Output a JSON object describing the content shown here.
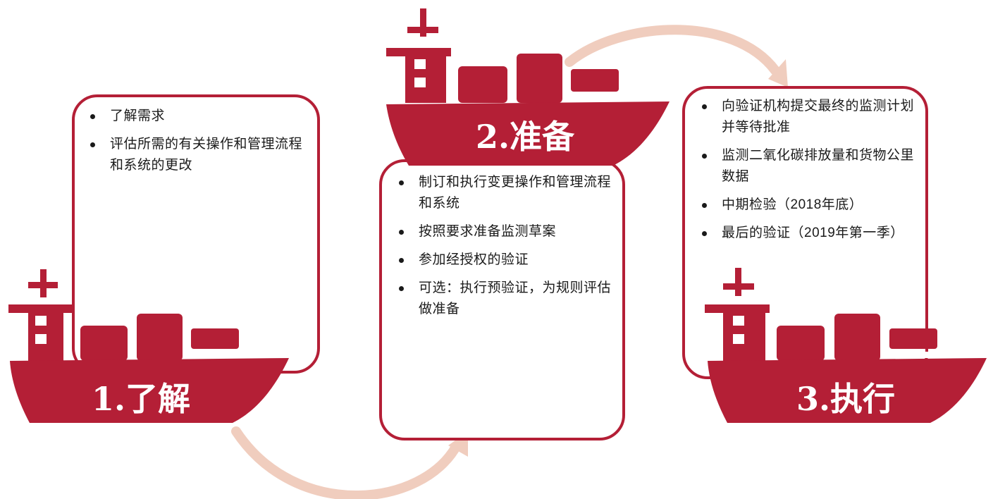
{
  "colors": {
    "ship": "#b41f36",
    "arrow": "#f0cdbe",
    "box_border": "#b41f36",
    "text": "#1a1a1a"
  },
  "steps": [
    {
      "title": "1.了解",
      "items": [
        "了解需求",
        "评估所需的有关操作和管理流程和系统的更改"
      ]
    },
    {
      "title": "2.准备",
      "items": [
        "制订和执行变更操作和管理流程和系统",
        "按照要求准备监测草案",
        "参加经授权的验证",
        "可选：执行预验证，为规则评估做准备"
      ]
    },
    {
      "title": "3.执行",
      "items": [
        "向验证机构提交最终的监测计划并等待批准",
        "监测二氧化碳排放量和货物公里数据",
        "中期检验（2018年底）",
        "最后的验证（2019年第一季）"
      ]
    }
  ]
}
